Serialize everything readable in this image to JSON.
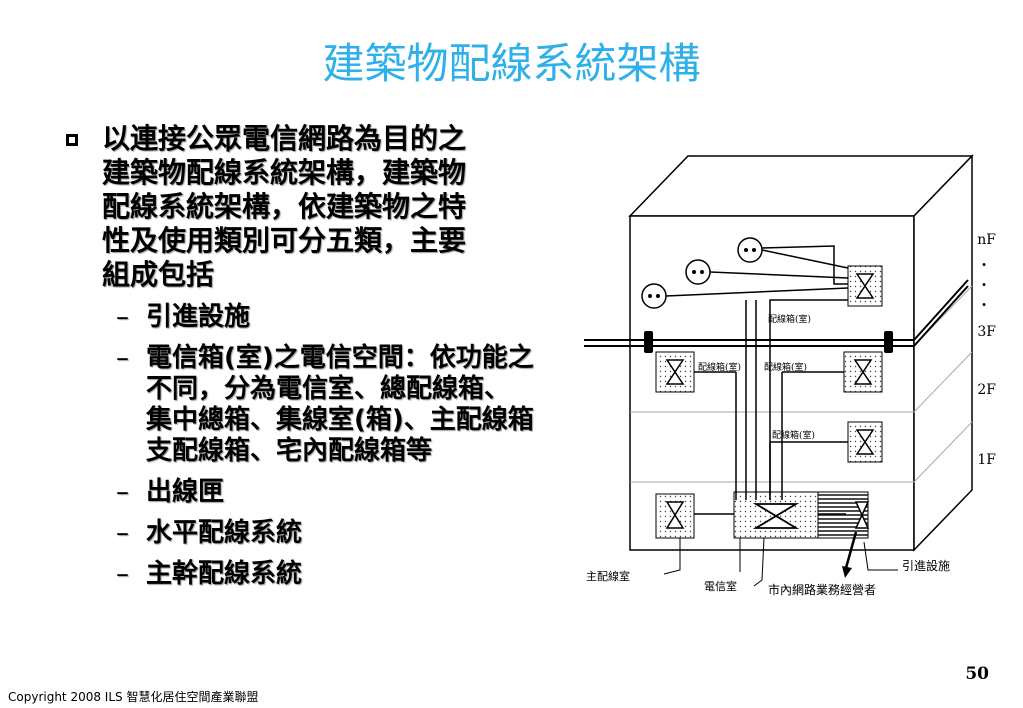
{
  "slide": {
    "title": "建築物配線系統架構",
    "page_number": "50",
    "copyright": "Copyright 2008 ILS 智慧化居住空間產業聯盟"
  },
  "bullets": {
    "main_lines": [
      "以連接公眾電信網路為目的之",
      "建築物配線系統架構，建築物",
      "配線系統架構，依建築物之特",
      "性及使用類別可分五類，主要",
      "組成包括"
    ],
    "sub_items": [
      {
        "lines": [
          "引進設施"
        ]
      },
      {
        "lines": [
          "電信箱(室)之電信空間：依功能之",
          "不同，分為電信室、總配線箱、",
          "集中總箱、集線室(箱)、主配線箱",
          "支配線箱、宅內配線箱等"
        ]
      },
      {
        "lines": [
          "出線匣"
        ]
      },
      {
        "lines": [
          "水平配線系統"
        ]
      },
      {
        "lines": [
          "主幹配線系統"
        ]
      }
    ],
    "dash": "–"
  },
  "diagram": {
    "floor_labels": [
      "nF",
      "3F",
      "2F",
      "1F"
    ],
    "dots": [
      "·",
      "·",
      "·"
    ],
    "box_labels": {
      "nf_box": "配線箱(室)",
      "floor3_left": "配線箱(室)",
      "floor3_right": "配線箱(室)",
      "floor2": "配線箱(室)"
    },
    "callouts": {
      "entrance": "引進設施",
      "main_room": "主配線室",
      "telecom_room": "電信室",
      "operator": "市內網路業務經營者"
    }
  }
}
